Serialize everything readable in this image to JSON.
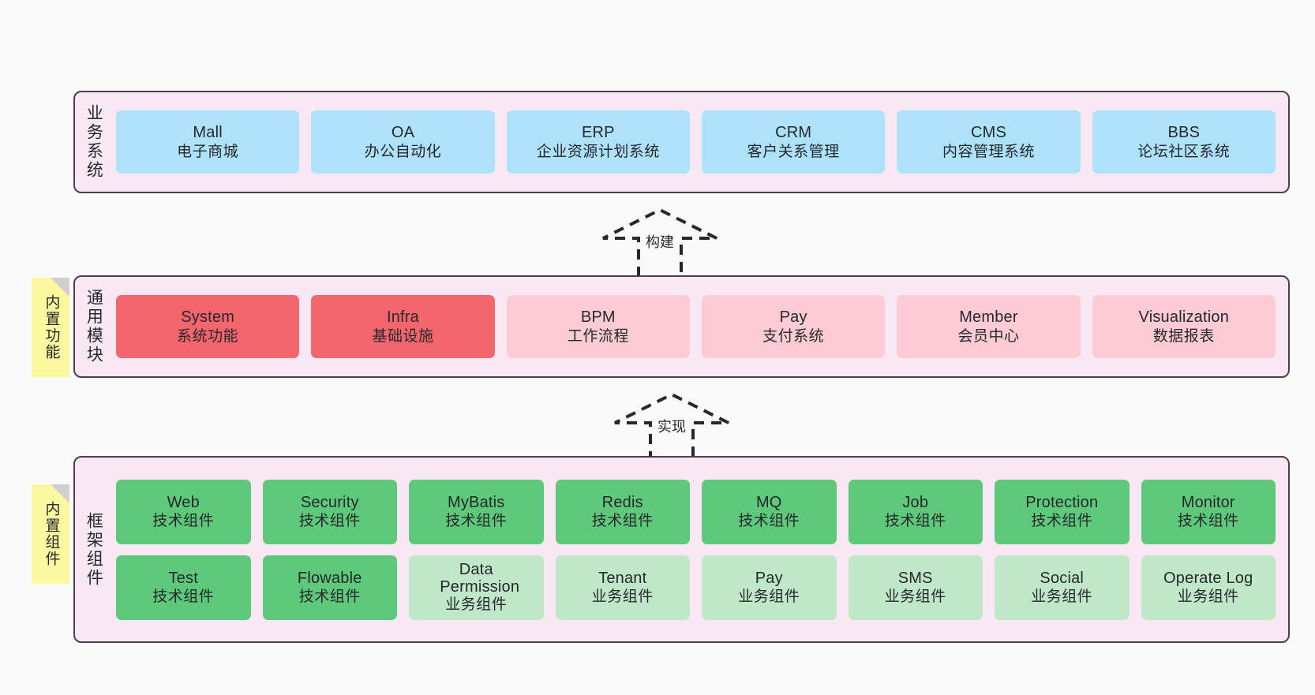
{
  "diagram": {
    "background_color": "#fafafa",
    "panel_fill": "#f8e8f3",
    "panel_border": "#4a4050",
    "note_fill": "#fbf8a0"
  },
  "layers": [
    {
      "id": "business-system",
      "title": "业务系统",
      "rows": [
        {
          "cards": [
            {
              "en": "Mall",
              "cn": "电子商城",
              "color": "#ade2fa"
            },
            {
              "en": "OA",
              "cn": "办公自动化",
              "color": "#ade2fa"
            },
            {
              "en": "ERP",
              "cn": "企业资源计划系统",
              "color": "#ade2fa"
            },
            {
              "en": "CRM",
              "cn": "客户关系管理",
              "color": "#ade2fa"
            },
            {
              "en": "CMS",
              "cn": "内容管理系统",
              "color": "#ade2fa"
            },
            {
              "en": "BBS",
              "cn": "论坛社区系统",
              "color": "#ade2fa"
            }
          ]
        }
      ]
    },
    {
      "id": "common-module",
      "title": "通用模块",
      "note": "内置功能",
      "rows": [
        {
          "cards": [
            {
              "en": "System",
              "cn": "系统功能",
              "color": "#f4666d"
            },
            {
              "en": "Infra",
              "cn": "基础设施",
              "color": "#f4666d"
            },
            {
              "en": "BPM",
              "cn": "工作流程",
              "color": "#fccbd4"
            },
            {
              "en": "Pay",
              "cn": "支付系统",
              "color": "#fccbd4"
            },
            {
              "en": "Member",
              "cn": "会员中心",
              "color": "#fccbd4"
            },
            {
              "en": "Visualization",
              "cn": "数据报表",
              "color": "#fccbd4"
            }
          ]
        }
      ]
    },
    {
      "id": "framework-component",
      "title": "框架组件",
      "note": "内置组件",
      "rows": [
        {
          "cards": [
            {
              "en": "Web",
              "cn": "技术组件",
              "color": "#5ec97a"
            },
            {
              "en": "Security",
              "cn": "技术组件",
              "color": "#5ec97a"
            },
            {
              "en": "MyBatis",
              "cn": "技术组件",
              "color": "#5ec97a"
            },
            {
              "en": "Redis",
              "cn": "技术组件",
              "color": "#5ec97a"
            },
            {
              "en": "MQ",
              "cn": "技术组件",
              "color": "#5ec97a"
            },
            {
              "en": "Job",
              "cn": "技术组件",
              "color": "#5ec97a"
            },
            {
              "en": "Protection",
              "cn": "技术组件",
              "color": "#5ec97a"
            },
            {
              "en": "Monitor",
              "cn": "技术组件",
              "color": "#5ec97a"
            }
          ]
        },
        {
          "cards": [
            {
              "en": "Test",
              "cn": "技术组件",
              "color": "#5ec97a"
            },
            {
              "en": "Flowable",
              "cn": "技术组件",
              "color": "#5ec97a"
            },
            {
              "en": "Data Permission",
              "cn": "业务组件",
              "color": "#bfe8c8"
            },
            {
              "en": "Tenant",
              "cn": "业务组件",
              "color": "#bfe8c8"
            },
            {
              "en": "Pay",
              "cn": "业务组件",
              "color": "#bfe8c8"
            },
            {
              "en": "SMS",
              "cn": "业务组件",
              "color": "#bfe8c8"
            },
            {
              "en": "Social",
              "cn": "业务组件",
              "color": "#bfe8c8"
            },
            {
              "en": "Operate Log",
              "cn": "业务组件",
              "color": "#bfe8c8"
            }
          ]
        }
      ]
    }
  ],
  "arrows": [
    {
      "id": "arrow-build",
      "label": "构建"
    },
    {
      "id": "arrow-implement",
      "label": "实现"
    }
  ]
}
